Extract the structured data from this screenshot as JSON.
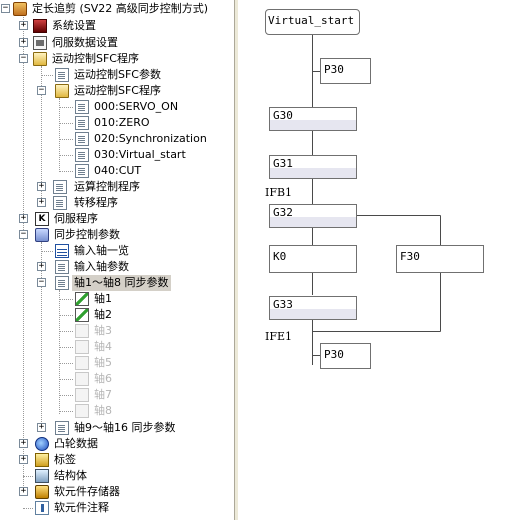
{
  "tree": {
    "root": "定长追剪 (SV22 高级同步控制方式)",
    "system_settings": "系统设置",
    "servo_data": "伺服数据设置",
    "motion_sfc": "运动控制SFC程序",
    "sfc_params": "运动控制SFC参数",
    "sfc_programs": "运动控制SFC程序",
    "programs": [
      "000:SERVO_ON",
      "010:ZERO",
      "020:Synchronization",
      "030:Virtual_start",
      "040:CUT"
    ],
    "calc_control": "运算控制程序",
    "transition": "转移程序",
    "servo_program": "伺服程序",
    "k_badge": "K",
    "sync_params": "同步控制参数",
    "input_axis_list": "输入轴一览",
    "input_axis_params": "输入轴参数",
    "axis_1_8": "轴1～轴8 同步参数",
    "axes": [
      "轴1",
      "轴2",
      "轴3",
      "轴4",
      "轴5",
      "轴6",
      "轴7",
      "轴8"
    ],
    "axis_9_16": "轴9～轴16 同步参数",
    "cam_data": "凸轮数据",
    "labels": "标签",
    "structure": "结构体",
    "device_memory": "软元件存储器",
    "device_comment": "软元件注释"
  },
  "sfc": {
    "start": "Virtual_start",
    "p30_top": "P30",
    "g30": "G30",
    "g31": "G31",
    "ifb1": "IFB1",
    "g32": "G32",
    "k0": "K0",
    "f30": "F30",
    "g33": "G33",
    "ife1": "IFE1",
    "p30_bottom": "P30"
  }
}
